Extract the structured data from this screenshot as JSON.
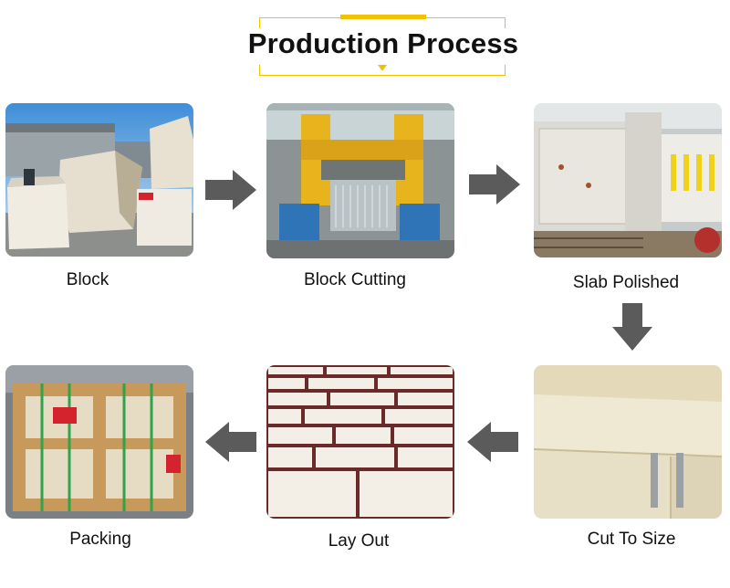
{
  "title": "Production Process",
  "steps": [
    {
      "label": "Block",
      "icon": "stone-blocks-photo"
    },
    {
      "label": "Block Cutting",
      "icon": "gang-saw-photo"
    },
    {
      "label": "Slab Polished",
      "icon": "polishing-machine-photo"
    },
    {
      "label": "Cut To Size",
      "icon": "cut-slabs-photo"
    },
    {
      "label": "Lay Out",
      "icon": "tile-layout-photo"
    },
    {
      "label": "Packing",
      "icon": "wooden-crate-photo"
    }
  ],
  "colors": {
    "accent": "#f2c200",
    "arrow": "#5b5b5b",
    "text": "#111111"
  }
}
